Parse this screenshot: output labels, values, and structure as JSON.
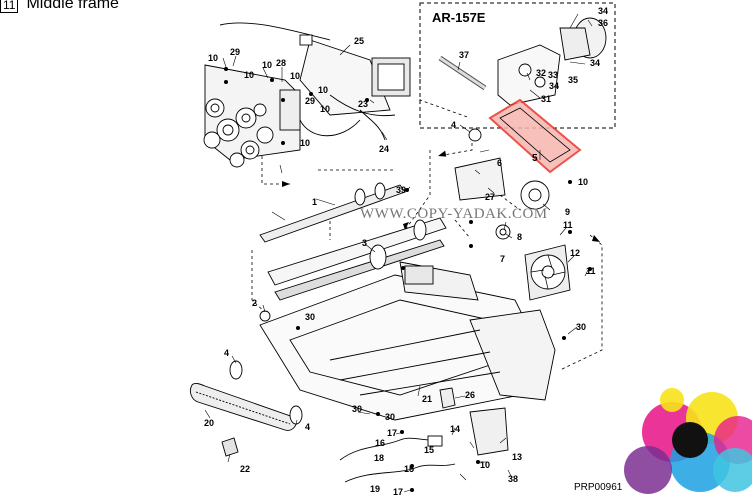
{
  "section": {
    "number": "11",
    "title": "Middle frame"
  },
  "model_box": {
    "label": "AR-157E"
  },
  "callouts": {
    "c1": "1",
    "c2": "2",
    "c3": "3",
    "c4a": "4",
    "c4b": "4",
    "c4c": "4",
    "c5": "5",
    "c6": "6",
    "c7": "7",
    "c8": "8",
    "c9": "9",
    "c10a": "10",
    "c10b": "10",
    "c10c": "10",
    "c10d": "10",
    "c10e": "10",
    "c10f": "10",
    "c10g": "10",
    "c10h": "10",
    "c11a": "11",
    "c11b": "11",
    "c12": "12",
    "c13": "13",
    "c14": "14",
    "c15a": "15",
    "c15b": "15",
    "c16": "16",
    "c17a": "17",
    "c17b": "17",
    "c18": "18",
    "c19": "19",
    "c20": "20",
    "c21": "21",
    "c22": "22",
    "c23": "23",
    "c24": "24",
    "c25": "25",
    "c26": "26",
    "c27": "27",
    "c28": "28",
    "c29a": "29",
    "c29b": "29",
    "c30a": "30",
    "c30b": "30",
    "c30c": "30",
    "c30d": "30",
    "c31": "31",
    "c32": "32",
    "c33": "33",
    "c34a": "34",
    "c34b": "34",
    "c34c": "34",
    "c35": "35",
    "c36": "36",
    "c37": "37",
    "c38": "38",
    "c39": "39"
  },
  "watermark": "WWW.COPY-YADAK.COM",
  "drawing_code": "PRP00961",
  "colors": {
    "highlight": "#e8352b",
    "highlight_fill": "#f6b6b0"
  }
}
